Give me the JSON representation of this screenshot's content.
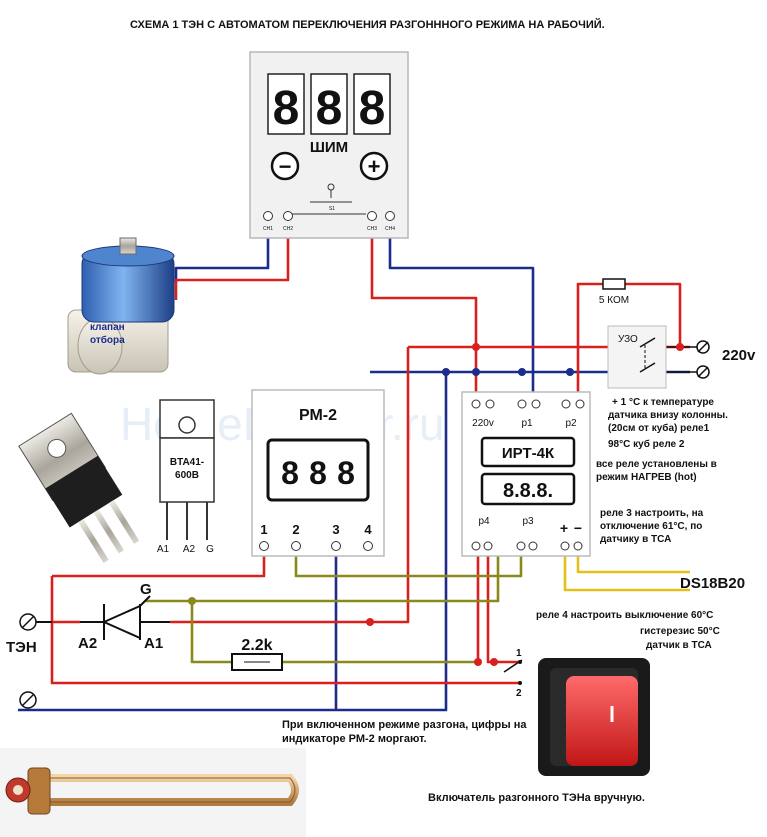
{
  "title": "СХЕМА    1 ТЭН  С АВТОМАТОМ ПЕРЕКЛЮЧЕНИЯ РАЗГОНННОГО РЕЖИМА  НА РАБОЧИЙ.",
  "shim": {
    "display": [
      "8",
      "8",
      "8"
    ],
    "label": "ШИМ",
    "minus": "−",
    "plus": "+",
    "switch_label": "S1",
    "pins": [
      "CH1",
      "CH2",
      "CH3",
      "CH4"
    ]
  },
  "valve": {
    "line1": "клапан",
    "line2": "отбора"
  },
  "triac": {
    "line1": "BTA41-",
    "line2": "600B",
    "pins": [
      "A1",
      "A2",
      "G"
    ]
  },
  "rm2": {
    "label": "РМ-2",
    "display": [
      "8",
      "8",
      "8"
    ],
    "pins": [
      "1",
      "2",
      "3",
      "4"
    ]
  },
  "irt": {
    "label": "ИРТ-4К",
    "display": "8.8.8.",
    "top_labels": [
      "220v",
      "p1",
      "p2"
    ],
    "bottom_labels": [
      "p4",
      "p3",
      "+",
      "−"
    ]
  },
  "resistor_top": "5 КОМ",
  "uzo": "УЗО",
  "mains": "220v",
  "notes_right": [
    "+ 1 °С к температуре",
    "датчика внизу колонны.",
    "(20см от куба)  реле1",
    "98°С куб   реле  2",
    "все реле установлены в",
    "режим  НАГРЕВ  (hot)"
  ],
  "notes_relay3": [
    "реле 3 настроить, на",
    "отключение 61°С, по",
    "датчику в ТСА"
  ],
  "sensor": "DS18B20",
  "notes_relay4": [
    "реле 4  настроить  выключение 60°С",
    "гистерезис  50°С",
    "датчик в ТСА"
  ],
  "ten_label": "ТЭН",
  "diode_labels": {
    "a2": "A2",
    "a1": "A1",
    "g": "G"
  },
  "resistor_mid": "2.2k",
  "switch_pins": [
    "1",
    "2"
  ],
  "note_bottom": [
    "При включенном режиме разгона, цифры на",
    "индикаторе РМ-2 моргают."
  ],
  "caption_bottom": "Включатель разгонного ТЭНа  вручную.",
  "watermark": "HomeDistiller.ru",
  "colors": {
    "red": "#d8201e",
    "blue": "#1c2c8c",
    "olive": "#8a8a1c",
    "yellow": "#e2c21a",
    "black": "#111111"
  }
}
